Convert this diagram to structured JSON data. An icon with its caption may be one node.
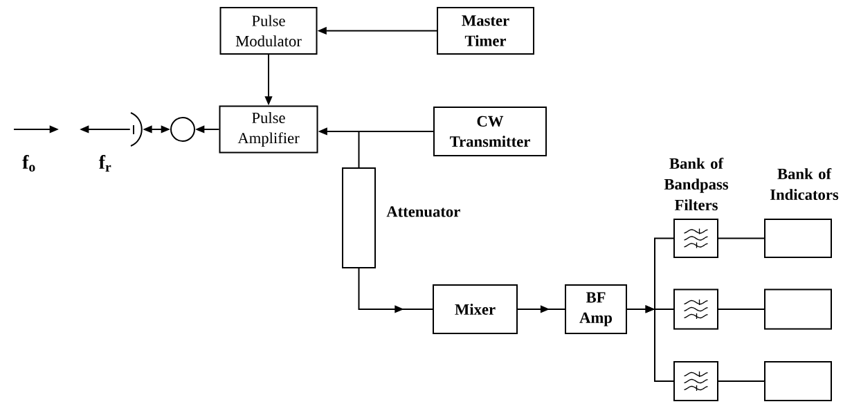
{
  "diagram": {
    "nodes": [
      {
        "text": [
          "Pulse Modulator"
        ]
      },
      {
        "text": [
          "Master Timer"
        ]
      },
      {
        "text": [],
        "shape": "antenna"
      },
      {
        "text": [],
        "shape": "circle"
      },
      {
        "text": [
          "Pulse Amplifier"
        ]
      },
      {
        "text": [
          "CW Transmitter"
        ]
      },
      {
        "text": [],
        "shape": "box",
        "beside": [
          "Attenuator"
        ]
      },
      {
        "text": [
          "Mixer"
        ]
      },
      {
        "text": [
          "BF Amp"
        ]
      },
      {
        "text": [],
        "shape": "box"
      },
      {
        "text": [],
        "shape": "box"
      },
      {
        "text": [],
        "shape": "box"
      },
      {
        "text": [],
        "shape": "box"
      },
      {
        "text": [],
        "shape": "box"
      },
      {
        "text": [],
        "shape": "box"
      }
    ],
    "edges": [
      {
        "from": 1,
        "to": 0,
        "arrow": "to"
      },
      {
        "from": 0,
        "to": 4,
        "arrow": "to"
      },
      {
        "from": 5,
        "to": 4,
        "arrow": "to"
      },
      {
        "from": 5,
        "to": 6,
        "arrow": "none"
      },
      {
        "from": 6,
        "to": 7,
        "arrow": "to"
      },
      {
        "from": 7,
        "to": 8,
        "arrow": "to"
      },
      {
        "from": 8,
        "to": 9,
        "arrow": "to"
      },
      {
        "from": 8,
        "to": 10,
        "arrow": "to"
      },
      {
        "from": 8,
        "to": 11,
        "arrow": "to"
      },
      {
        "from": 9,
        "to": 12,
        "arrow": "none"
      },
      {
        "from": 10,
        "to": 13,
        "arrow": "none"
      },
      {
        "from": 11,
        "to": 14,
        "arrow": "none"
      },
      {
        "from": 4,
        "to": 3,
        "arrow": "to"
      },
      {
        "from": 3,
        "to": 2,
        "arrow": "both"
      },
      {
        "from": 2,
        "to": null,
        "arrow": "to"
      }
    ],
    "labels": [
      "f$_{o}$",
      "f$_{r}$",
      "Bank of Bandpass Filters",
      "Bank of Indicators"
    ]
  }
}
